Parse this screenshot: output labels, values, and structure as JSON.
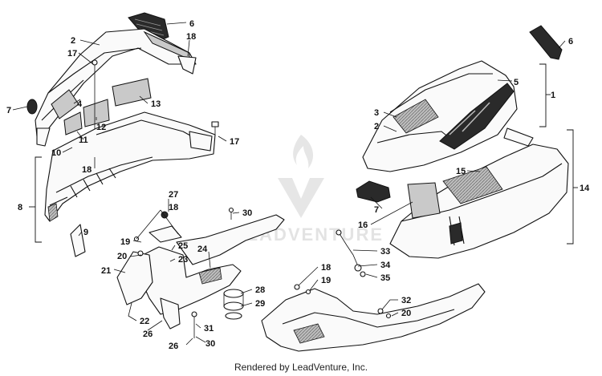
{
  "footer": {
    "text": "Rendered by LeadVenture, Inc."
  },
  "watermark": {
    "text": "LEADVENTURE"
  },
  "callouts": {
    "c6a": "6",
    "c18a": "18",
    "c2a": "2",
    "c17a": "17",
    "c7a": "7",
    "c4": "4",
    "c13": "13",
    "c12": "12",
    "c11": "11",
    "c10": "10",
    "c17b": "17",
    "c18b": "18",
    "c8": "8",
    "c27": "27",
    "c18c": "18",
    "c30a": "30",
    "c9": "9",
    "c19a": "19",
    "c25": "25",
    "c23": "23",
    "c24": "24",
    "c20a": "20",
    "c21": "21",
    "c28": "28",
    "c29": "29",
    "c22": "22",
    "c26a": "26",
    "c31": "31",
    "c26b": "26",
    "c30b": "30",
    "c6b": "6",
    "c5": "5",
    "c1": "1",
    "c3": "3",
    "c2b": "2",
    "c15": "15",
    "c14": "14",
    "c7b": "7",
    "c16": "16",
    "c33": "33",
    "c34": "34",
    "c35": "35",
    "c18d": "18",
    "c19b": "19",
    "c32": "32",
    "c20b": "20"
  }
}
